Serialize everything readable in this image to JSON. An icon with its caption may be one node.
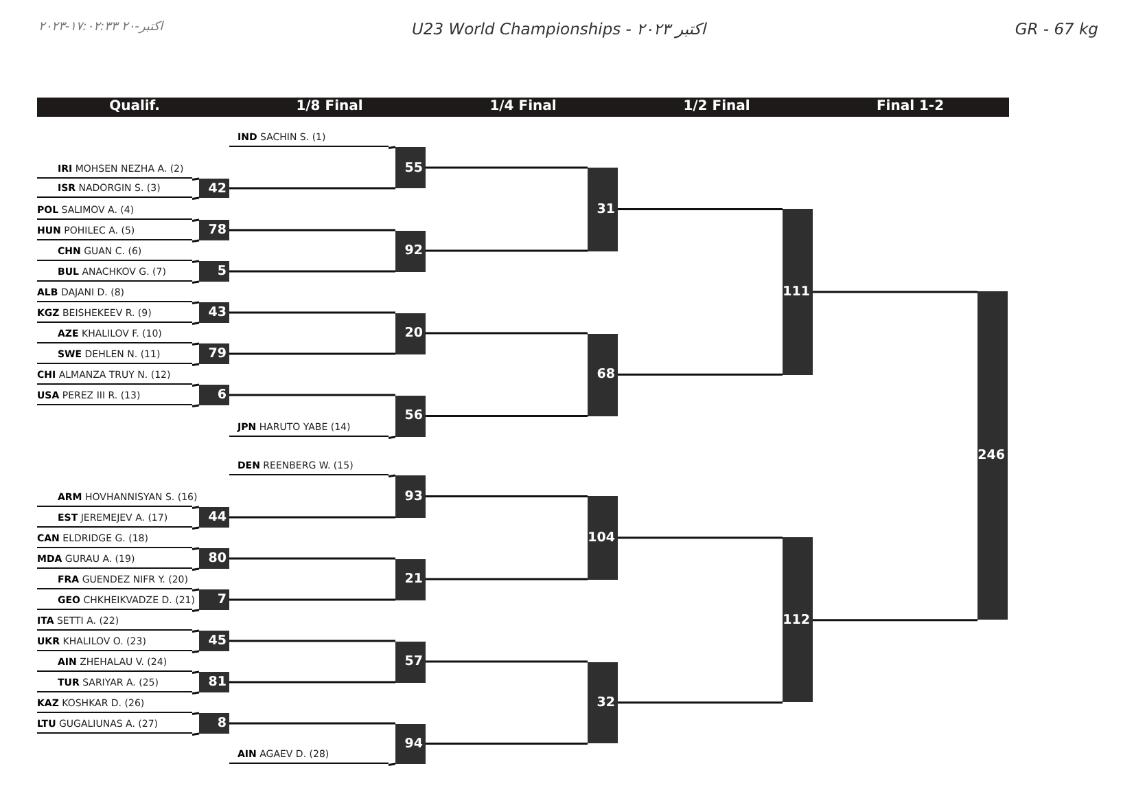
{
  "diagram": {
    "title": "U23 World Championships - ۲۰۲۳ اکتبر",
    "nodes": [
      {
        "text": [
          "**IND** SACHIN S. (1)"
        ]
      },
      {
        "text": [
          "**IRI** MOHSEN NEZHA A. (2)"
        ]
      },
      {
        "text": [
          "**ISR** NADORGIN S. (3)"
        ]
      },
      {
        "text": [
          "**POL** SALIMOV A. (4)"
        ]
      },
      {
        "text": [
          "**HUN** POHILEC A. (5)"
        ]
      },
      {
        "text": [
          "**CHN** GUAN C. (6)"
        ]
      },
      {
        "text": [
          "**BUL** ANACHKOV G. (7)"
        ]
      },
      {
        "text": [
          "**ALB** DAJANI D. (8)"
        ]
      },
      {
        "text": [
          "**KGZ** BEISHEKEEV R. (9)"
        ]
      },
      {
        "text": [
          "**AZE** KHALILOV F. (10)"
        ]
      },
      {
        "text": [
          "**SWE** DEHLEN N. (11)"
        ]
      },
      {
        "text": [
          "**CHI** ALMANZA TRUY N. (12)"
        ]
      },
      {
        "text": [
          "**USA** PEREZ III R. (13)"
        ]
      },
      {
        "text": [
          "**JPN** HARUTO YABE (14)"
        ]
      },
      {
        "text": [
          "**DEN** REENBERG W. (15)"
        ]
      },
      {
        "text": [
          "**ARM** HOVHANNISYAN S. (16)"
        ]
      },
      {
        "text": [
          "**EST** JEREMEJEV A. (17)"
        ]
      },
      {
        "text": [
          "**CAN** ELDRIDGE G. (18)"
        ]
      },
      {
        "text": [
          "**MDA** GURAU A. (19)"
        ]
      },
      {
        "text": [
          "**FRA** GUENDEZ NIFR Y. (20)"
        ]
      },
      {
        "text": [
          "**GEO** CHKHEIKVADZE D. (21)"
        ]
      },
      {
        "text": [
          "**ITA** SETTI A. (22)"
        ]
      },
      {
        "text": [
          "**UKR** KHALILOV O. (23)"
        ]
      },
      {
        "text": [
          "**AIN** ZHEHALAU V. (24)"
        ]
      },
      {
        "text": [
          "**TUR** SARIYAR A. (25)"
        ]
      },
      {
        "text": [
          "**KAZ** KOSHKAR D. (26)"
        ]
      },
      {
        "text": [
          "**LTU** GUGALIUNAS A. (27)"
        ]
      },
      {
        "text": [
          "**AIN** AGAEV D. (28)"
        ]
      },
      {
        "text": [
          "42"
        ]
      },
      {
        "text": [
          "78"
        ]
      },
      {
        "text": [
          "5"
        ]
      },
      {
        "text": [
          "43"
        ]
      },
      {
        "text": [
          "79"
        ]
      },
      {
        "text": [
          "6"
        ]
      },
      {
        "text": [
          "44"
        ]
      },
      {
        "text": [
          "80"
        ]
      },
      {
        "text": [
          "7"
        ]
      },
      {
        "text": [
          "45"
        ]
      },
      {
        "text": [
          "81"
        ]
      },
      {
        "text": [
          "8"
        ]
      },
      {
        "text": [
          "55"
        ]
      },
      {
        "text": [
          "92"
        ]
      },
      {
        "text": [
          "20"
        ]
      },
      {
        "text": [
          "56"
        ]
      },
      {
        "text": [
          "93"
        ]
      },
      {
        "text": [
          "21"
        ]
      },
      {
        "text": [
          "57"
        ]
      },
      {
        "text": [
          "94"
        ]
      },
      {
        "text": [
          "31"
        ]
      },
      {
        "text": [
          "68"
        ]
      },
      {
        "text": [
          "104"
        ]
      },
      {
        "text": [
          "32"
        ]
      },
      {
        "text": [
          "111"
        ]
      },
      {
        "text": [
          "112"
        ]
      },
      {
        "text": [
          "246"
        ]
      }
    ],
    "edges": [
      {
        "from": 1,
        "to": 28,
        "arrow": "none"
      },
      {
        "from": 2,
        "to": 28,
        "arrow": "none"
      },
      {
        "from": 3,
        "to": 29,
        "arrow": "none"
      },
      {
        "from": 4,
        "to": 29,
        "arrow": "none"
      },
      {
        "from": 5,
        "to": 30,
        "arrow": "none"
      },
      {
        "from": 6,
        "to": 30,
        "arrow": "none"
      },
      {
        "from": 7,
        "to": 31,
        "arrow": "none"
      },
      {
        "from": 8,
        "to": 31,
        "arrow": "none"
      },
      {
        "from": 9,
        "to": 32,
        "arrow": "none"
      },
      {
        "from": 10,
        "to": 32,
        "arrow": "none"
      },
      {
        "from": 11,
        "to": 33,
        "arrow": "none"
      },
      {
        "from": 12,
        "to": 33,
        "arrow": "none"
      },
      {
        "from": 15,
        "to": 34,
        "arrow": "none"
      },
      {
        "from": 16,
        "to": 34,
        "arrow": "none"
      },
      {
        "from": 17,
        "to": 35,
        "arrow": "none"
      },
      {
        "from": 18,
        "to": 35,
        "arrow": "none"
      },
      {
        "from": 19,
        "to": 36,
        "arrow": "none"
      },
      {
        "from": 20,
        "to": 36,
        "arrow": "none"
      },
      {
        "from": 21,
        "to": 37,
        "arrow": "none"
      },
      {
        "from": 22,
        "to": 37,
        "arrow": "none"
      },
      {
        "from": 23,
        "to": 38,
        "arrow": "none"
      },
      {
        "from": 24,
        "to": 38,
        "arrow": "none"
      },
      {
        "from": 25,
        "to": 39,
        "arrow": "none"
      },
      {
        "from": 26,
        "to": 39,
        "arrow": "none"
      },
      {
        "from": 0,
        "to": 40,
        "arrow": "none"
      },
      {
        "from": 28,
        "to": 40,
        "arrow": "none"
      },
      {
        "from": 29,
        "to": 41,
        "arrow": "none"
      },
      {
        "from": 30,
        "to": 41,
        "arrow": "none"
      },
      {
        "from": 31,
        "to": 42,
        "arrow": "none"
      },
      {
        "from": 32,
        "to": 42,
        "arrow": "none"
      },
      {
        "from": 33,
        "to": 43,
        "arrow": "none"
      },
      {
        "from": 13,
        "to": 43,
        "arrow": "none"
      },
      {
        "from": 14,
        "to": 44,
        "arrow": "none"
      },
      {
        "from": 34,
        "to": 44,
        "arrow": "none"
      },
      {
        "from": 35,
        "to": 45,
        "arrow": "none"
      },
      {
        "from": 36,
        "to": 45,
        "arrow": "none"
      },
      {
        "from": 37,
        "to": 46,
        "arrow": "none"
      },
      {
        "from": 38,
        "to": 46,
        "arrow": "none"
      },
      {
        "from": 39,
        "to": 47,
        "arrow": "none"
      },
      {
        "from": 27,
        "to": 47,
        "arrow": "none"
      },
      {
        "from": 40,
        "to": 48,
        "arrow": "none"
      },
      {
        "from": 41,
        "to": 48,
        "arrow": "none"
      },
      {
        "from": 42,
        "to": 49,
        "arrow": "none"
      },
      {
        "from": 43,
        "to": 49,
        "arrow": "none"
      },
      {
        "from": 44,
        "to": 50,
        "arrow": "none"
      },
      {
        "from": 45,
        "to": 50,
        "arrow": "none"
      },
      {
        "from": 46,
        "to": 51,
        "arrow": "none"
      },
      {
        "from": 47,
        "to": 51,
        "arrow": "none"
      },
      {
        "from": 48,
        "to": 52,
        "arrow": "none"
      },
      {
        "from": 49,
        "to": 52,
        "arrow": "none"
      },
      {
        "from": 50,
        "to": 53,
        "arrow": "none"
      },
      {
        "from": 51,
        "to": 53,
        "arrow": "none"
      },
      {
        "from": 52,
        "to": 54,
        "arrow": "none"
      },
      {
        "from": 53,
        "to": 54,
        "arrow": "none"
      }
    ],
    "labels": [
      "۲۰۲۳-۱۷:۰۲:۳۳ ۲۰-اکتبر",
      "GR - 67 kg",
      "Qualif.",
      "1/8 Final",
      "1/4 Final",
      "1/2 Final",
      "Final 1-2"
    ]
  }
}
